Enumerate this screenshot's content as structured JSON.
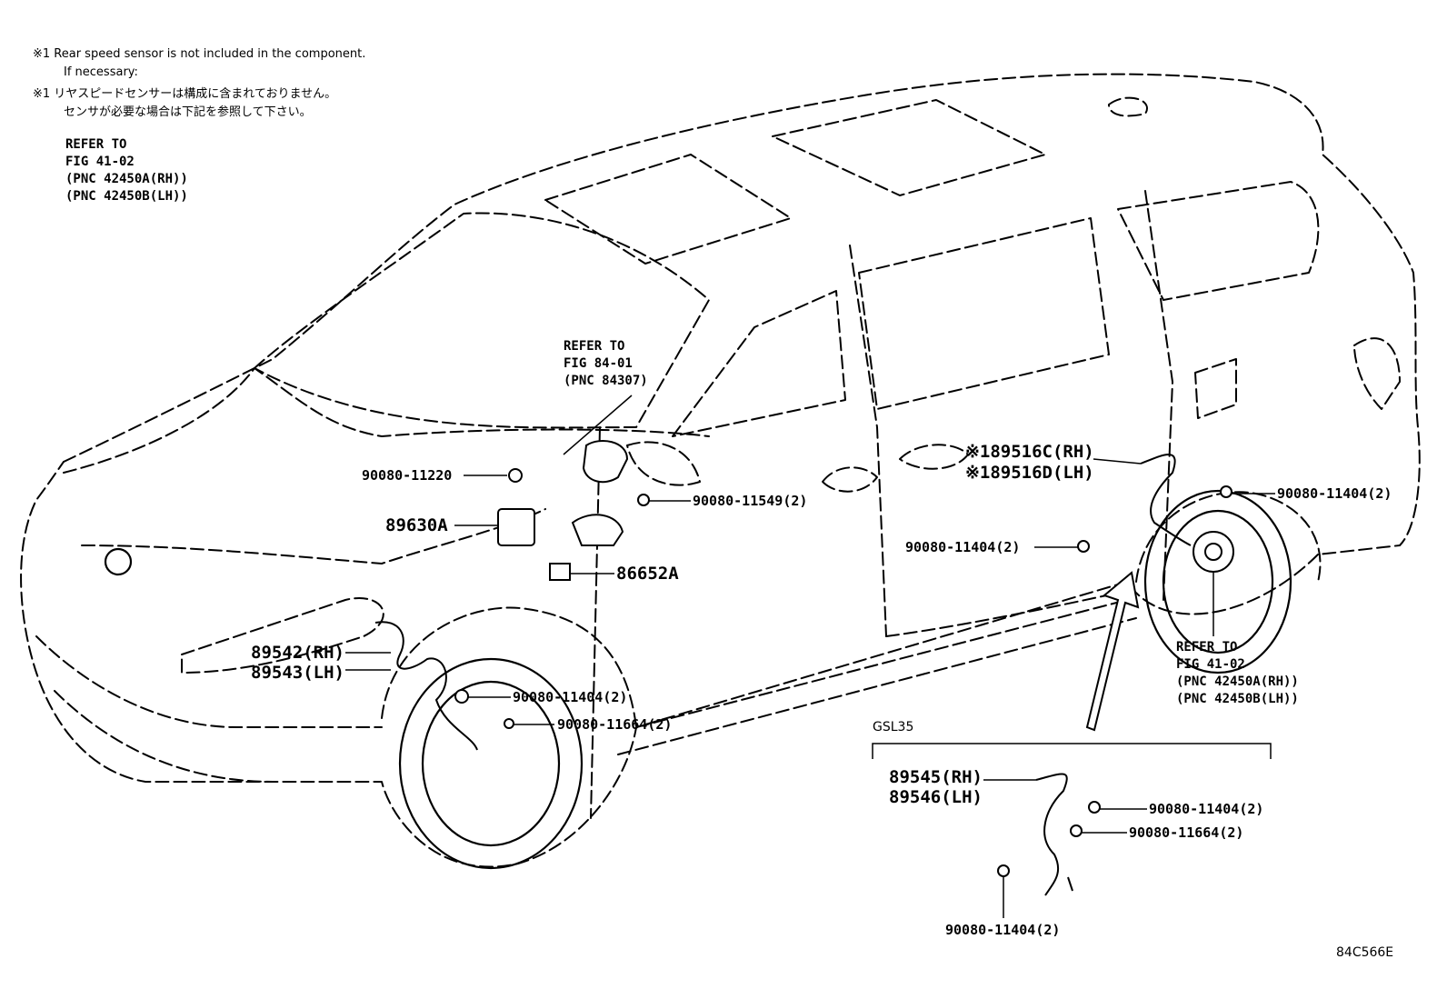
{
  "notes": {
    "en_line1": "※1 Rear speed sensor is not included in the component.",
    "en_line2": "If necessary:",
    "jp_line1": "※1 リヤスピードセンサーは構成に含まれておりません。",
    "jp_line2": "センサが必要な場合は下記を参照して下さい。",
    "ref_lines": [
      "REFER TO",
      "FIG 41-02",
      "(PNC 42450A(RH))",
      "(PNC 42450B(LH))"
    ]
  },
  "refer_center": [
    "REFER TO",
    "FIG 84-01",
    "(PNC 84307)"
  ],
  "refer_rear": [
    "REFER TO",
    "FIG 41-02",
    "(PNC 42450A(RH))",
    "(PNC 42450B(LH))"
  ],
  "parts": {
    "p_11220": "90080-11220",
    "p_89630a": "89630A",
    "p_11549": "90080-11549(2)",
    "p_86652a": "86652A",
    "p_89542": "89542(RH)",
    "p_89543": "89543(LH)",
    "p_11404_front": "90080-11404(2)",
    "p_11664_front": "90080-11664(2)",
    "p_89516c": "※189516C(RH)",
    "p_89516d": "※189516D(LH)",
    "p_11404_rear_top": "90080-11404(2)",
    "p_11404_rear_mid": "90080-11404(2)"
  },
  "inset": {
    "title": "GSL35",
    "p_89545": "89545(RH)",
    "p_89546": "89546(LH)",
    "p_11404_a": "90080-11404(2)",
    "p_11664": "90080-11664(2)",
    "p_11404_b": "90080-11404(2)"
  },
  "figure_code": "84C566E"
}
